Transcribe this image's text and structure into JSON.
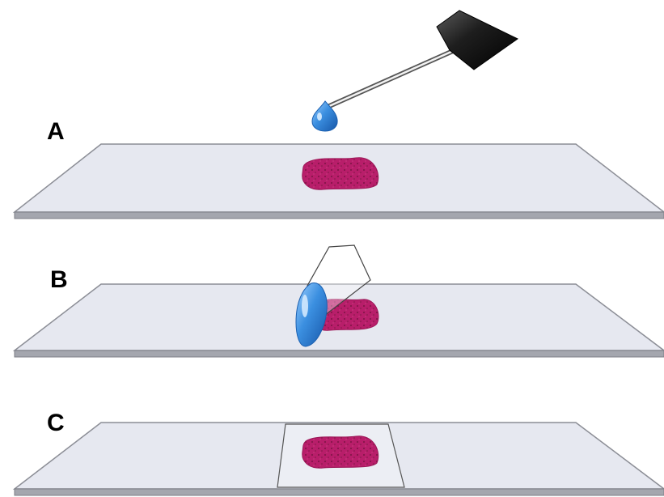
{
  "steps": [
    {
      "label": "A",
      "stage": "drop-mountant-on-specimen"
    },
    {
      "label": "B",
      "stage": "lower-coverslip-at-angle"
    },
    {
      "label": "C",
      "stage": "coverslip-in-place"
    }
  ],
  "colors": {
    "slide_top": "#e6e8f0",
    "slide_edge": "#8c8e96",
    "specimen": "#b81e6a",
    "specimen_speckle": "#6a1238",
    "droplet": "#2f7fd0",
    "droplet_highlight": "#a8d4ff",
    "dropper_handle": "#1a1a1a",
    "coverslip_outline": "#444444"
  },
  "icons": {
    "dropper": "pipette-icon",
    "drop": "water-drop-icon",
    "coverslip": "coverslip-icon",
    "specimen": "tissue-section-icon"
  }
}
